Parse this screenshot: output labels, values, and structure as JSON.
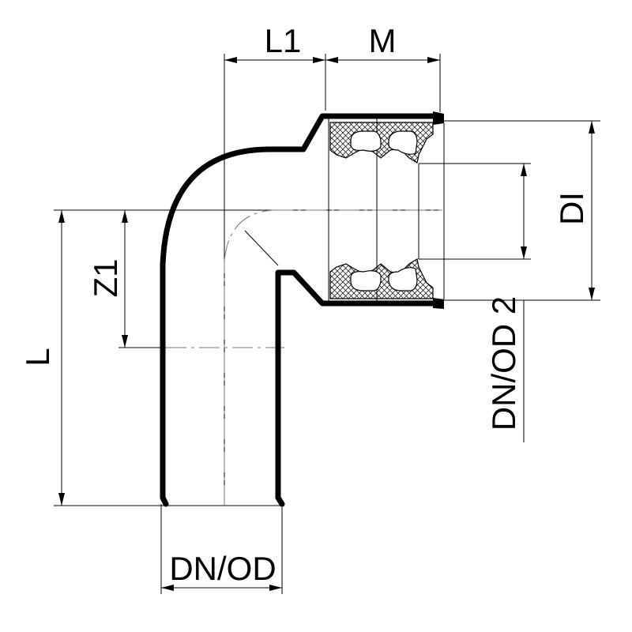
{
  "drawing": {
    "labels": {
      "l1": "L1",
      "m": "M",
      "z1": "Z1",
      "l": "L",
      "di": "DI",
      "dn_od_2": "DN/OD 2",
      "dn_od": "DN/OD"
    },
    "colors": {
      "line": "#000000",
      "centerline": "#777777",
      "seal_hatch": "#000000"
    }
  }
}
